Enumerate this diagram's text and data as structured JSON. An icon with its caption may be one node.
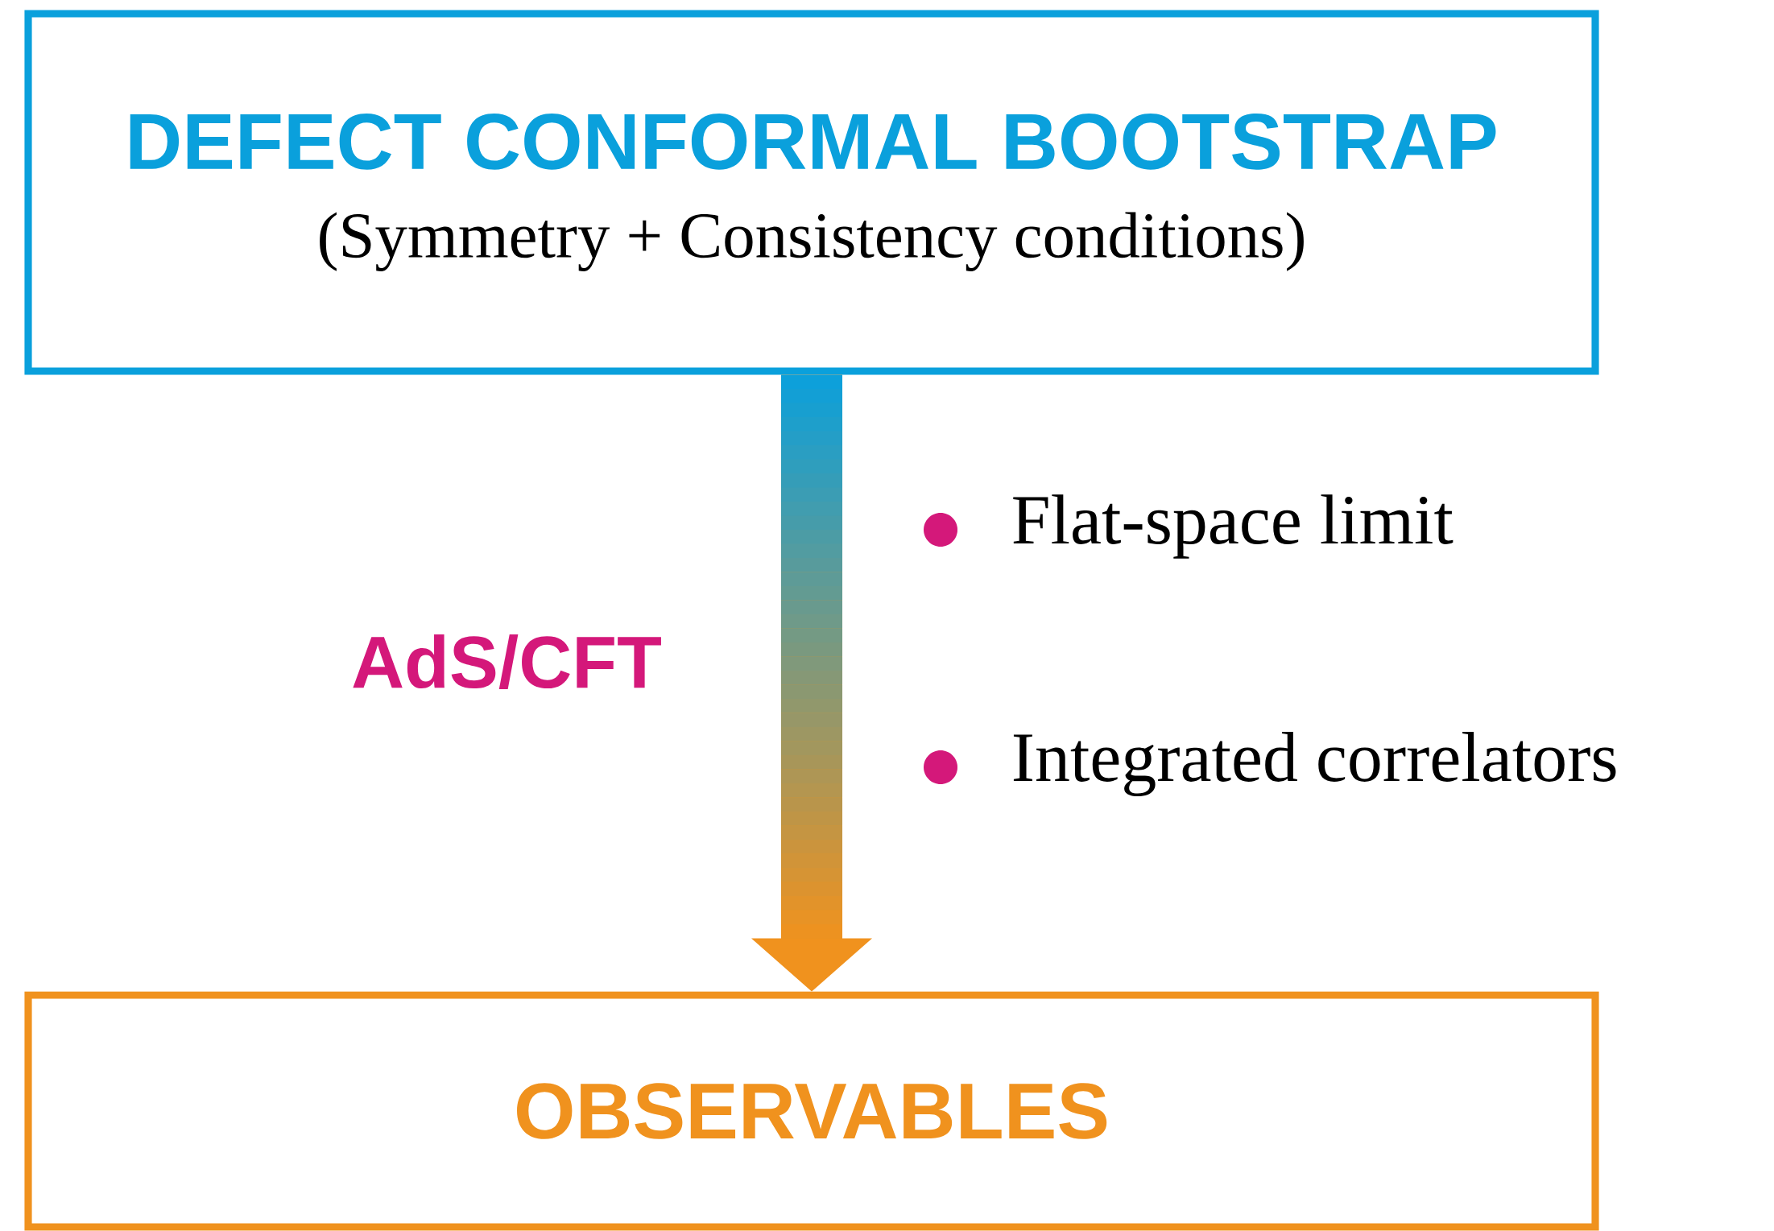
{
  "diagram": {
    "nodes": [
      {
        "text": [
          "DEFECT CONFORMAL BOOTSTRAP",
          "(Symmetry + Consistency conditions)"
        ]
      },
      {
        "text": [
          "OBSERVABLES"
        ]
      }
    ],
    "edges": [
      {
        "from": 0,
        "to": 1,
        "arrow": "to",
        "label": "AdS/CFT",
        "style": "thick"
      }
    ],
    "labels": [
      "Flat-space limit",
      "Integrated correlators"
    ]
  }
}
